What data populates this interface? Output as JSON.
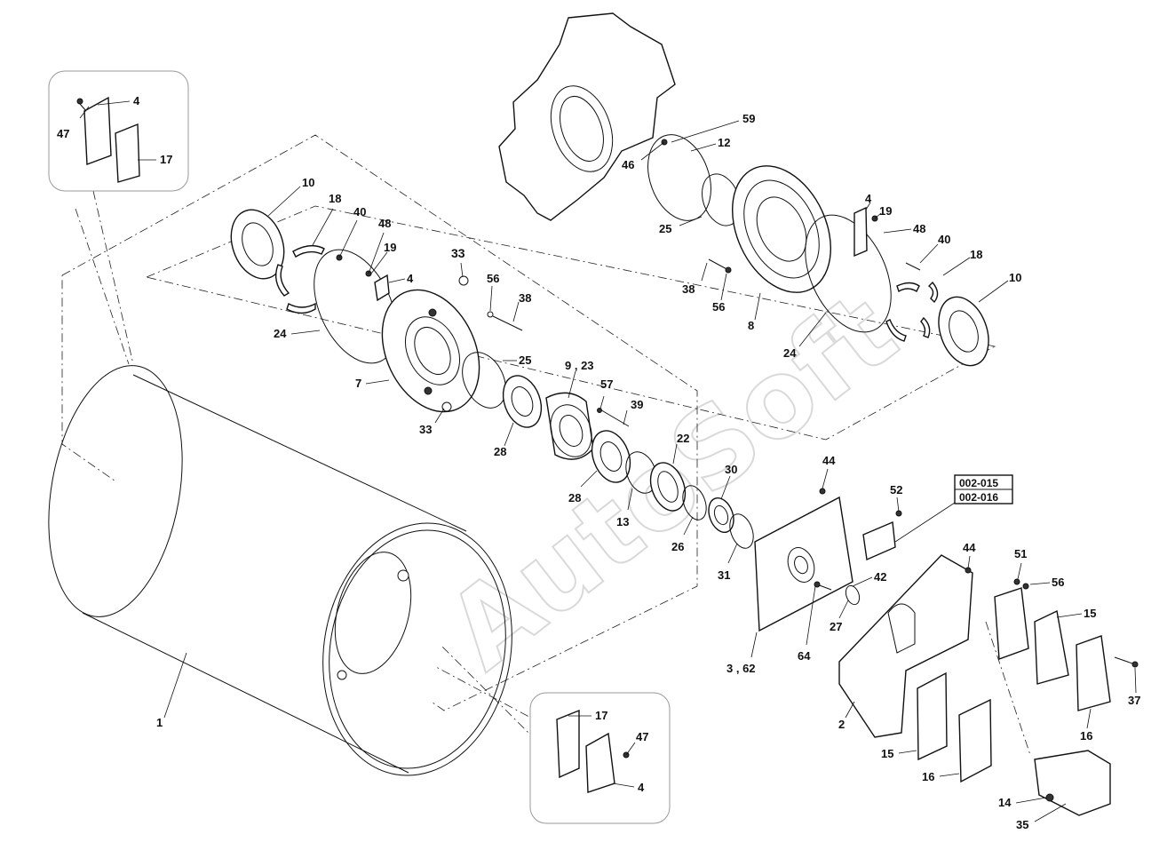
{
  "watermark": "AutoSoft",
  "reference_box": [
    "002-015",
    "002-016"
  ],
  "labels": {
    "l47a": "47",
    "l4a": "4",
    "l17a": "17",
    "l10a": "10",
    "l18a": "18",
    "l40a": "40",
    "l48a": "48",
    "l19a": "19",
    "l4b": "4",
    "l24a": "24",
    "l7": "7",
    "l33a": "33",
    "l33b": "33",
    "l56a": "56",
    "l38a": "38",
    "l25a": "25",
    "l59": "59",
    "l12": "12",
    "l46": "46",
    "l25b": "25",
    "l4c": "4",
    "l19b": "19",
    "l48b": "48",
    "l40b": "40",
    "l18b": "18",
    "l10b": "10",
    "l38b": "38",
    "l56b": "56",
    "l8": "8",
    "l24b": "24",
    "l923": "9 , 23",
    "l57": "57",
    "l39": "39",
    "l28a": "28",
    "l28b": "28",
    "l22": "22",
    "l13": "13",
    "l30": "30",
    "l26": "26",
    "l31": "31",
    "l44a": "44",
    "l52": "52",
    "l42": "42",
    "l27": "27",
    "l64": "64",
    "l362": "3 , 62",
    "l44b": "44",
    "l51": "51",
    "l56c": "56",
    "l15a": "15",
    "l37": "37",
    "l16a": "16",
    "l2": "2",
    "l15b": "15",
    "l16b": "16",
    "l14": "14",
    "l35": "35",
    "l1": "1",
    "l17b": "17",
    "l47b": "47",
    "l4d": "4"
  }
}
